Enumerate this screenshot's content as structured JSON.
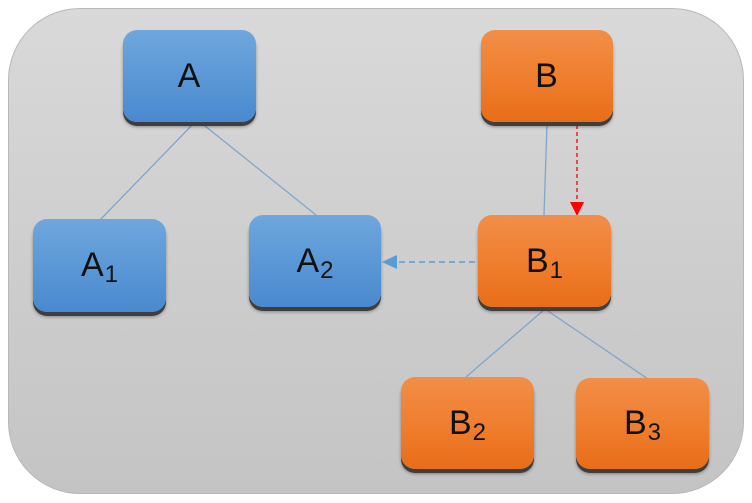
{
  "diagram": {
    "colors": {
      "group_a": "#5b9bd5",
      "group_b": "#ed7d31",
      "tree_edge": "#7ea6cc",
      "dashed_link": "#5b9bd5",
      "red_dashed_arrow": "#ff0000",
      "background": "#cfcfcf"
    },
    "nodes": [
      {
        "id": "A",
        "base": "A",
        "sub": "",
        "group": "a"
      },
      {
        "id": "A1",
        "base": "A",
        "sub": "1",
        "group": "a"
      },
      {
        "id": "A2",
        "base": "A",
        "sub": "2",
        "group": "a"
      },
      {
        "id": "B",
        "base": "B",
        "sub": "",
        "group": "b"
      },
      {
        "id": "B1",
        "base": "B",
        "sub": "1",
        "group": "b"
      },
      {
        "id": "B2",
        "base": "B",
        "sub": "2",
        "group": "b"
      },
      {
        "id": "B3",
        "base": "B",
        "sub": "3",
        "group": "b"
      }
    ],
    "edges": [
      {
        "from": "A",
        "to": "A1",
        "style": "solid"
      },
      {
        "from": "A",
        "to": "A2",
        "style": "solid"
      },
      {
        "from": "B",
        "to": "B1",
        "style": "solid"
      },
      {
        "from": "B1",
        "to": "B2",
        "style": "solid"
      },
      {
        "from": "B1",
        "to": "B3",
        "style": "solid"
      },
      {
        "from": "B",
        "to": "B1",
        "style": "red-dashed-arrow"
      },
      {
        "from": "B1",
        "to": "A2",
        "style": "blue-dashed-arrow"
      }
    ]
  }
}
